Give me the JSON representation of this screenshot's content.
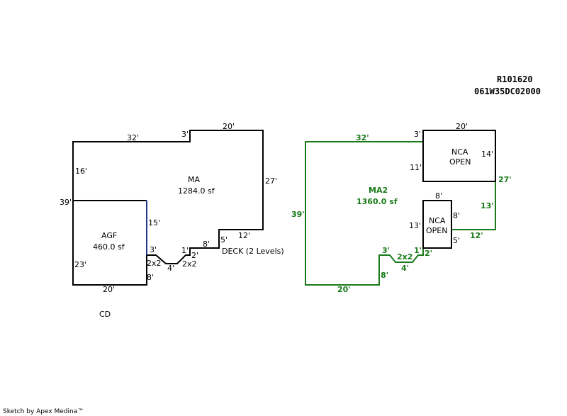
{
  "header": {
    "parcel_id": "R101620",
    "map_number": "061W35DC02000"
  },
  "footer": {
    "credit": "Sketch by Apex Medina™"
  },
  "colors": {
    "line": "#000000",
    "green": "#1a7a1a",
    "blue_edge": "#1f3a8a"
  },
  "left_sketch": {
    "ma_label": "MA",
    "ma_area": "1284.0 sf",
    "agf_label": "AGF",
    "agf_area": "460.0 sf",
    "deck_label": "DECK (2 Levels)",
    "cd_label": "CD",
    "dims": {
      "top_32": "32'",
      "step_3": "3'",
      "top_20": "20'",
      "left_16": "16'",
      "left_39": "39'",
      "right_27": "27'",
      "agf_15": "15'",
      "inner_12": "12'",
      "inner_5": "5'",
      "inner_8": "8'",
      "stair_1": "1'",
      "stair_2": "2'",
      "stair_2x2_right": "2x2",
      "stair_4": "4'",
      "stair_2x2_left": "2x2",
      "stair_3": "3'",
      "agf_8": "8'",
      "agf_23": "23'",
      "bottom_20": "20'"
    }
  },
  "right_sketch": {
    "ma2_label": "MA2",
    "ma2_area": "1360.0 sf",
    "nca_top_label1": "NCA",
    "nca_top_label2": "OPEN",
    "nca_small_label1": "NCA",
    "nca_small_label2": "OPEN",
    "dims": {
      "top_32": "32'",
      "step_3": "3'",
      "top_20": "20'",
      "nca_11": "11'",
      "nca_14": "14'",
      "right_27": "27'",
      "left_39": "39'",
      "right_13": "13'",
      "small_8_top": "8'",
      "small_13": "13'",
      "small_8_right": "8'",
      "small_5": "5'",
      "right_12": "12'",
      "stair_3": "3'",
      "stair_2x2": "2x2",
      "stair_1": "1'",
      "stair_2": "2'",
      "stair_4": "4'",
      "stair_8": "8'",
      "bottom_20": "20'"
    }
  }
}
